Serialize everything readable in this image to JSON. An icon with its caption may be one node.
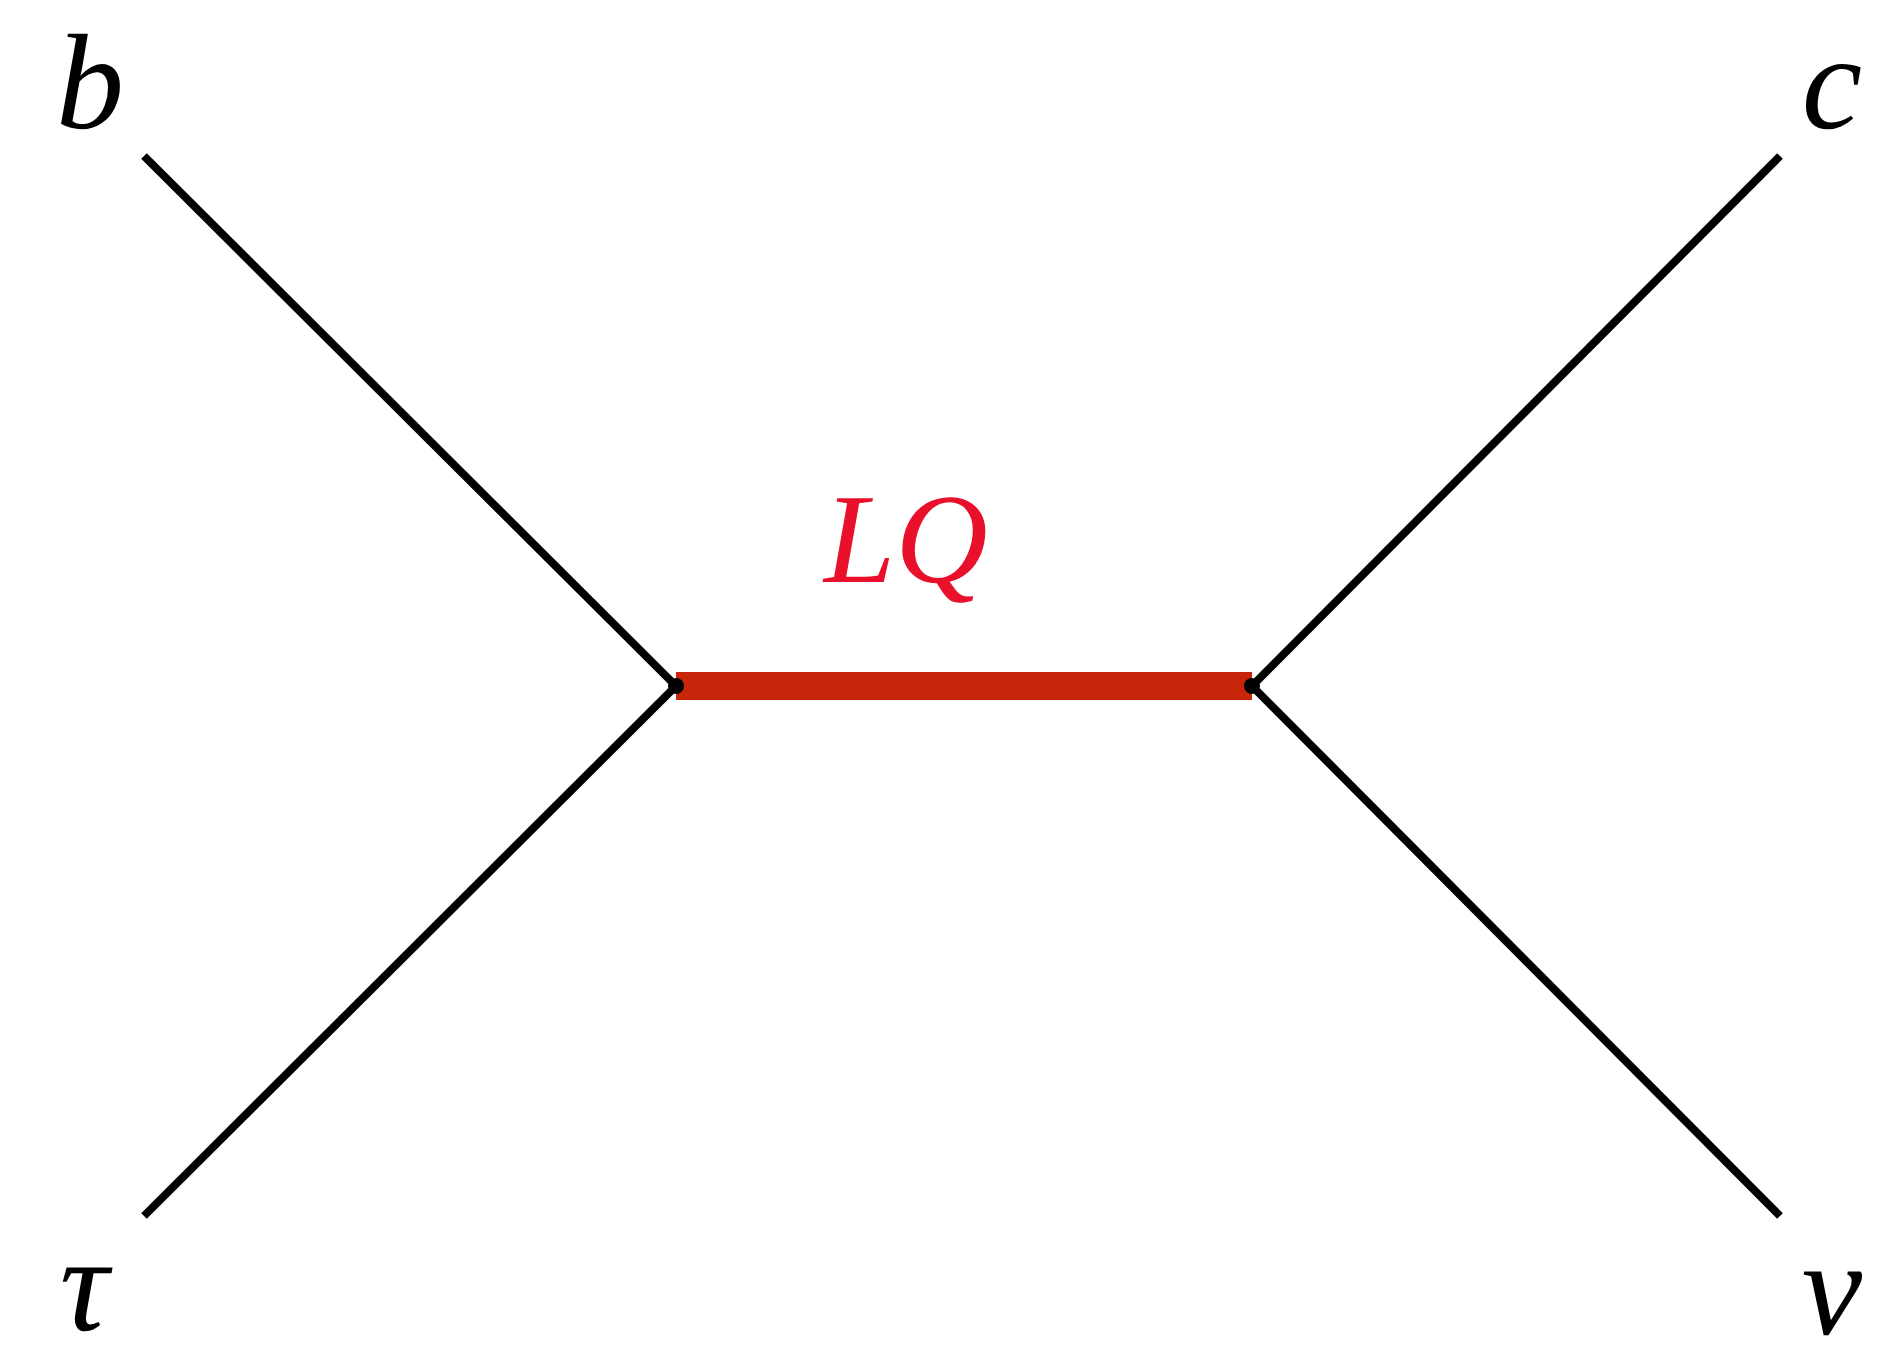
{
  "diagram": {
    "nodes": [
      {
        "text": [
          "b"
        ]
      },
      {
        "text": [
          "τ"
        ]
      },
      {
        "text": [],
        "shape": "dot"
      },
      {
        "text": [],
        "shape": "dot"
      },
      {
        "text": [
          "c"
        ]
      },
      {
        "text": [
          "ν"
        ]
      }
    ],
    "edges": [
      {
        "from": 0,
        "to": 2,
        "arrow": "none"
      },
      {
        "from": 1,
        "to": 2,
        "arrow": "none"
      },
      {
        "from": 2,
        "to": 3,
        "arrow": "none",
        "label": "LQ",
        "style": "thick",
        "color": "#c8260b"
      },
      {
        "from": 3,
        "to": 4,
        "arrow": "none"
      },
      {
        "from": 3,
        "to": 5,
        "arrow": "none"
      }
    ]
  }
}
